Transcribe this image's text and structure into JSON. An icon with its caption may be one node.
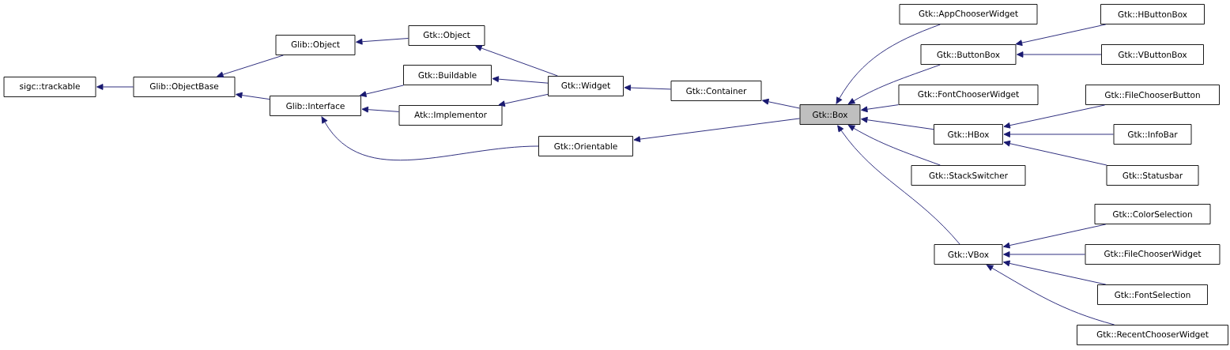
{
  "diagram": {
    "nodes": [
      {
        "text": [
          "sigc::trackable"
        ]
      },
      {
        "text": [
          "Glib::ObjectBase"
        ]
      },
      {
        "text": [
          "Glib::Object"
        ]
      },
      {
        "text": [
          "Glib::Interface"
        ]
      },
      {
        "text": [
          "Gtk::Object"
        ]
      },
      {
        "text": [
          "Gtk::Buildable"
        ]
      },
      {
        "text": [
          "Atk::Implementor"
        ]
      },
      {
        "text": [
          "Gtk::Orientable"
        ]
      },
      {
        "text": [
          "Gtk::Widget"
        ]
      },
      {
        "text": [
          "Gtk::Container"
        ]
      },
      {
        "text": [
          "Gtk::Box"
        ]
      },
      {
        "text": [
          "Gtk::AppChooserWidget"
        ]
      },
      {
        "text": [
          "Gtk::ButtonBox"
        ]
      },
      {
        "text": [
          "Gtk::FontChooserWidget"
        ]
      },
      {
        "text": [
          "Gtk::HBox"
        ]
      },
      {
        "text": [
          "Gtk::StackSwitcher"
        ]
      },
      {
        "text": [
          "Gtk::VBox"
        ]
      },
      {
        "text": [
          "Gtk::HButtonBox"
        ]
      },
      {
        "text": [
          "Gtk::VButtonBox"
        ]
      },
      {
        "text": [
          "Gtk::FileChooserButton"
        ]
      },
      {
        "text": [
          "Gtk::InfoBar"
        ]
      },
      {
        "text": [
          "Gtk::Statusbar"
        ]
      },
      {
        "text": [
          "Gtk::ColorSelection"
        ]
      },
      {
        "text": [
          "Gtk::FileChooserWidget"
        ]
      },
      {
        "text": [
          "Gtk::FontSelection"
        ]
      },
      {
        "text": [
          "Gtk::RecentChooserWidget"
        ]
      }
    ],
    "edges": [
      {
        "from": 1,
        "to": 0,
        "arrow": "to"
      },
      {
        "from": 2,
        "to": 1,
        "arrow": "to"
      },
      {
        "from": 3,
        "to": 1,
        "arrow": "to"
      },
      {
        "from": 4,
        "to": 2,
        "arrow": "to"
      },
      {
        "from": 5,
        "to": 3,
        "arrow": "to"
      },
      {
        "from": 6,
        "to": 3,
        "arrow": "to"
      },
      {
        "from": 7,
        "to": 3,
        "arrow": "to"
      },
      {
        "from": 8,
        "to": 4,
        "arrow": "to"
      },
      {
        "from": 8,
        "to": 5,
        "arrow": "to"
      },
      {
        "from": 8,
        "to": 6,
        "arrow": "to"
      },
      {
        "from": 9,
        "to": 8,
        "arrow": "to"
      },
      {
        "from": 10,
        "to": 9,
        "arrow": "to"
      },
      {
        "from": 10,
        "to": 7,
        "arrow": "to"
      },
      {
        "from": 11,
        "to": 10,
        "arrow": "to"
      },
      {
        "from": 12,
        "to": 10,
        "arrow": "to"
      },
      {
        "from": 13,
        "to": 10,
        "arrow": "to"
      },
      {
        "from": 14,
        "to": 10,
        "arrow": "to"
      },
      {
        "from": 15,
        "to": 10,
        "arrow": "to"
      },
      {
        "from": 16,
        "to": 10,
        "arrow": "to"
      },
      {
        "from": 17,
        "to": 12,
        "arrow": "to"
      },
      {
        "from": 18,
        "to": 12,
        "arrow": "to"
      },
      {
        "from": 19,
        "to": 14,
        "arrow": "to"
      },
      {
        "from": 20,
        "to": 14,
        "arrow": "to"
      },
      {
        "from": 21,
        "to": 14,
        "arrow": "to"
      },
      {
        "from": 22,
        "to": 16,
        "arrow": "to"
      },
      {
        "from": 23,
        "to": 16,
        "arrow": "to"
      },
      {
        "from": 24,
        "to": 16,
        "arrow": "to"
      },
      {
        "from": 25,
        "to": 16,
        "arrow": "to"
      }
    ]
  }
}
